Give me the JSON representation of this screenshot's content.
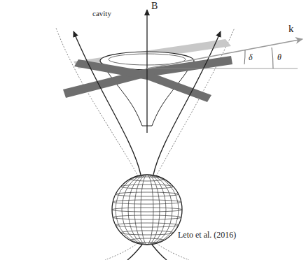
{
  "diagram": {
    "labels": [
      "B",
      "cavity",
      "k",
      "δ",
      "θ",
      "Leto et al. (2016)"
    ]
  }
}
